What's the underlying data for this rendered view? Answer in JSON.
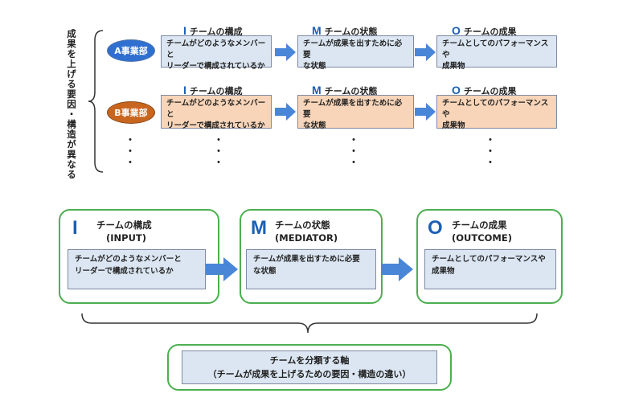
{
  "side_label": "成果を上げる要因・構造が異なる",
  "rows": [
    {
      "dept": "A事業部",
      "color": "#2f6fd0",
      "boxes": [
        "チームがどのようなメンバーと\nリーダーで構成されているか",
        "チームが成果を出すために必要\nな状態",
        "チームとしてのパフォーマンスや\n成果物"
      ]
    },
    {
      "dept": "B事業部",
      "color": "#c8651e",
      "boxes": [
        "チームがどのようなメンバーと\nリーダーで構成されているか",
        "チームが成果を出すために必要\nな状態",
        "チームとしてのパフォーマンスや\n成果物"
      ]
    }
  ],
  "headers": [
    {
      "letter": "I",
      "label": "チームの構成"
    },
    {
      "letter": "M",
      "label": "チームの状態"
    },
    {
      "letter": "O",
      "label": "チームの成果"
    }
  ],
  "dots": "・",
  "model": [
    {
      "letter": "I",
      "title": "チームの構成",
      "sub": "(INPUT)",
      "desc": "チームがどのようなメンバーと\nリーダーで構成されているか"
    },
    {
      "letter": "M",
      "title": "チームの状態",
      "sub": "(MEDIATOR)",
      "desc": "チームが成果を出すために必要\nな状態"
    },
    {
      "letter": "O",
      "title": "チームの成果",
      "sub": "(OUTCOME)",
      "desc": "チームとしてのパフォーマンスや\n成果物"
    }
  ],
  "axis": {
    "line1": "チームを分類する軸",
    "line2": "（チームが成果を上げるための要因・構造の違い）"
  }
}
